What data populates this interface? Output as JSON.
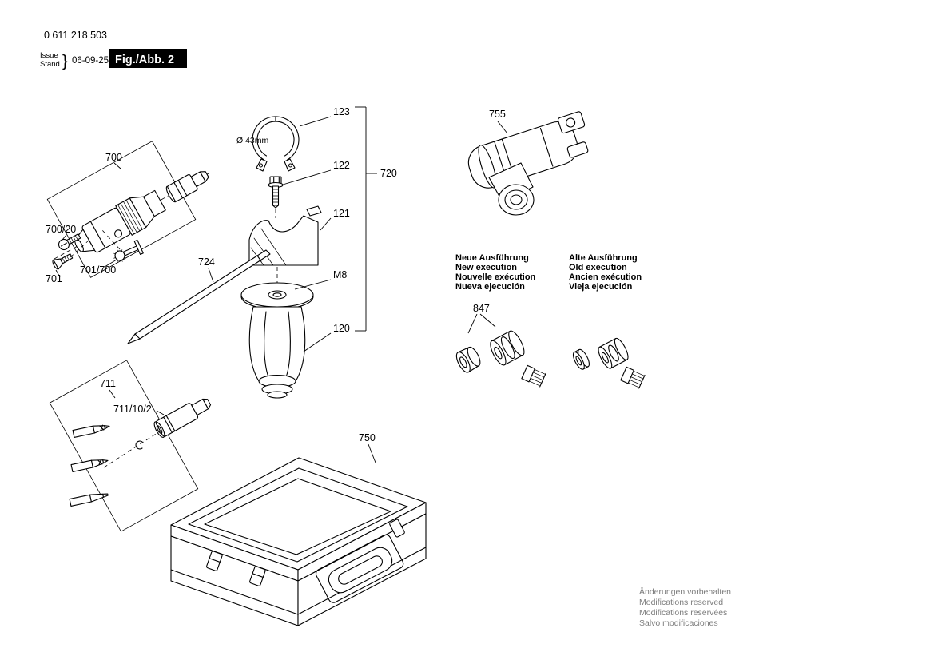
{
  "header": {
    "part_number": "0 611 218 503",
    "issue_word": "Issue",
    "stand_word": "Stand",
    "brace": "}",
    "date": "06-09-25",
    "figure_label": "Fig./Abb. 2"
  },
  "callouts": {
    "c700": "700",
    "c700_20": "700/20",
    "c701": "701",
    "c701_700": "701/700",
    "c720": "720",
    "c724": "724",
    "c123": "123",
    "c122": "122",
    "c121": "121",
    "c120": "120",
    "m8": "M8",
    "dia": "Ø 43mm",
    "c755": "755",
    "c847": "847",
    "c711": "711",
    "c711_10_2": "711/10/2",
    "c750": "750"
  },
  "execution": {
    "new": {
      "de": "Neue Ausführung",
      "en": "New execution",
      "fr": "Nouvelle exécution",
      "es": "Nueva ejecución"
    },
    "old": {
      "de": "Alte Ausführung",
      "en": "Old execution",
      "fr": "Ancien exécution",
      "es": "Vieja ejecución"
    }
  },
  "footer": {
    "de": "Änderungen vorbehalten",
    "en": "Modifications reserved",
    "fr": "Modifications reservées",
    "es": "Salvo modificaciones"
  },
  "colors": {
    "ink": "#000000",
    "muted_text": "#7d7d7d",
    "figure_box_bg": "#000000",
    "figure_box_text": "#ffffff"
  }
}
